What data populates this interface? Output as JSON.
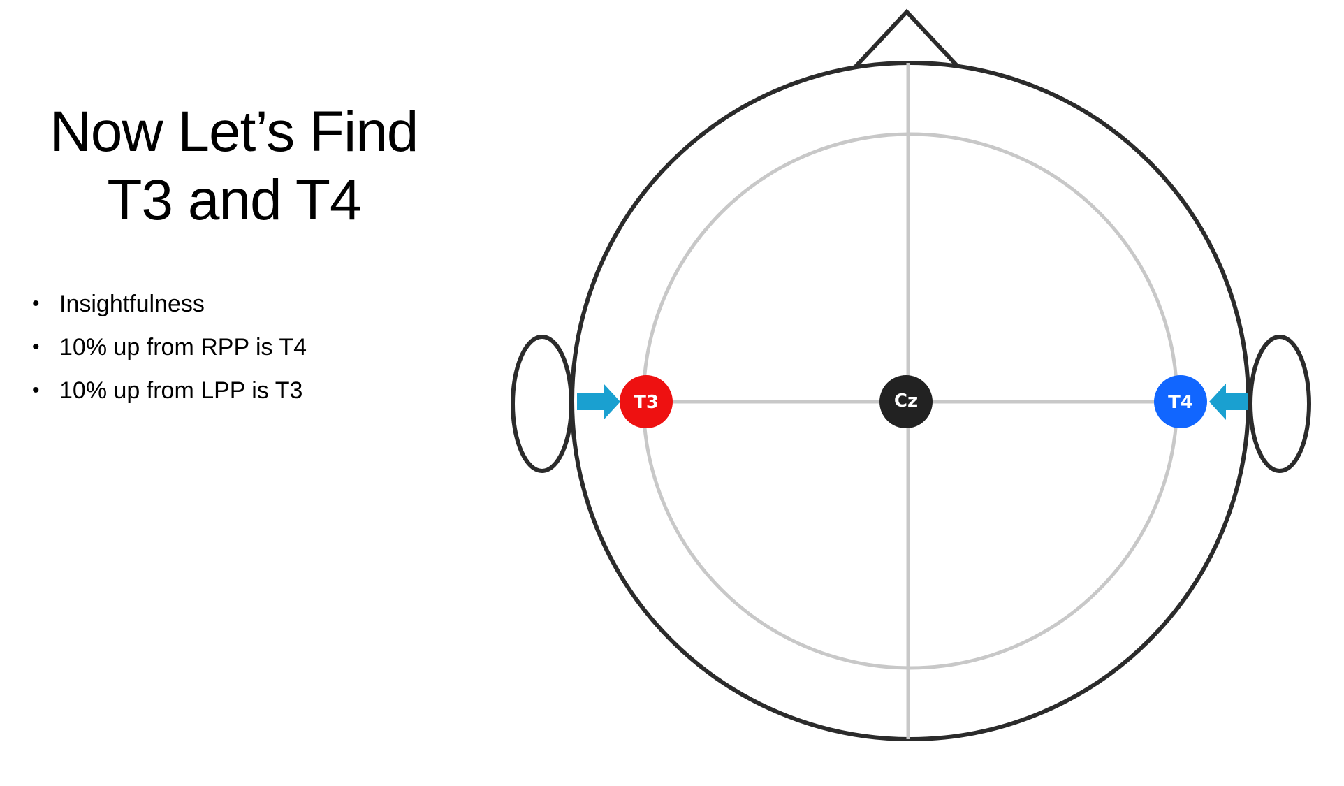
{
  "slide": {
    "title_line1": "Now Let’s Find",
    "title_line2": "T3 and T4",
    "bullets": [
      "Insightfulness",
      "10% up from RPP is T4",
      "10% up from LPP is T3"
    ]
  },
  "diagram": {
    "electrodes": {
      "t3": {
        "label": "T3",
        "color": "#ee1111"
      },
      "cz": {
        "label": "Cz",
        "color": "#222222"
      },
      "t4": {
        "label": "T4",
        "color": "#1166ff"
      }
    },
    "arrow_color": "#1aa0d0",
    "outline_color": "#2b2b2b",
    "guide_color": "#c8c8c8"
  }
}
